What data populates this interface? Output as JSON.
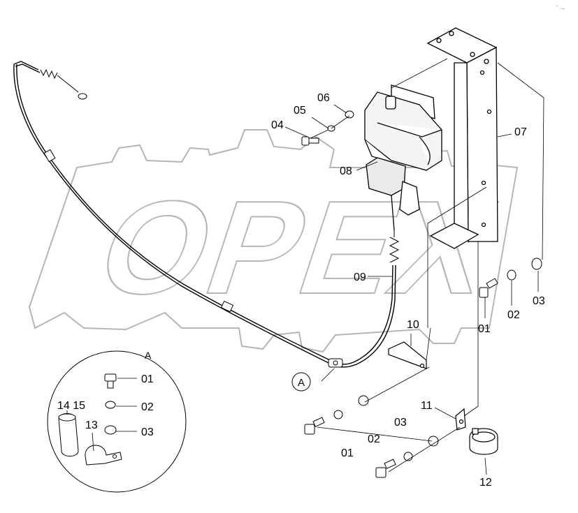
{
  "watermark": {
    "brand": "OPEX"
  },
  "parts": {
    "p01_main": "01",
    "p02_main": "02",
    "p03_main": "03",
    "p04": "04",
    "p05": "05",
    "p06": "06",
    "p07": "07",
    "p08": "08",
    "p09": "09",
    "p10": "10",
    "p01_lower": "01",
    "p02_lower": "02",
    "p03_lower": "03",
    "p11": "11",
    "p12": "12"
  },
  "detail": {
    "callout": "A",
    "title": "A",
    "p01": "01",
    "p02": "02",
    "p03": "03",
    "p13": "13",
    "p14_15": "14 15"
  },
  "corner_mark": "′ →"
}
